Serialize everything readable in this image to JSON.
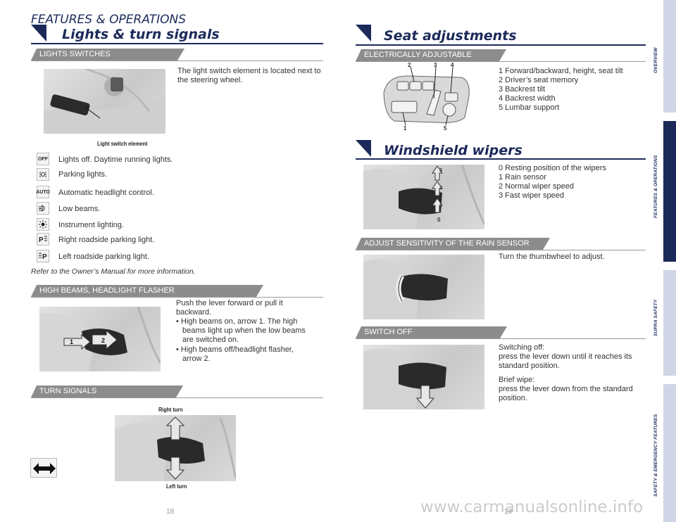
{
  "header": {
    "section_label": "FEATURES & OPERATIONS"
  },
  "left": {
    "title": "Lights & turn signals",
    "lights_switches": {
      "banner": "LIGHTS SWITCHES",
      "intro": "The light switch element is located next to the steering wheel.",
      "caption": "Light switch element",
      "items": [
        {
          "icon": "off-icon",
          "icon_text": "OFF",
          "label": "Lights off. Daytime running lights."
        },
        {
          "icon": "parking-lights-icon",
          "icon_text": "",
          "label": "Parking lights."
        },
        {
          "icon": "auto-icon",
          "icon_text": "AUTO",
          "label": "Automatic headlight control."
        },
        {
          "icon": "low-beam-icon",
          "icon_text": "",
          "label": "Low beams."
        },
        {
          "icon": "instrument-lighting-icon",
          "icon_text": "",
          "label": "Instrument lighting."
        },
        {
          "icon": "right-roadside-parking-icon",
          "icon_text": "",
          "label": "Right roadside parking light."
        },
        {
          "icon": "left-roadside-parking-icon",
          "icon_text": "",
          "label": "Left roadside parking light."
        }
      ],
      "note": "Refer to the Owner’s Manual for more information."
    },
    "high_beams": {
      "banner": "HIGH BEAMS, HEADLIGHT FLASHER",
      "line1": "Push the lever forward or pull it",
      "line2": "backward.",
      "bullet1_a": "• High beams on, arrow 1. The high",
      "bullet1_b": "beams light up when the low beams",
      "bullet1_c": "are switched on.",
      "bullet2_a": "• High beams off/headlight flasher,",
      "bullet2_b": "arrow 2."
    },
    "turn_signals": {
      "banner": "TURN SIGNALS",
      "caption_top": "Right turn",
      "caption_bottom": "Left turn"
    },
    "page_number": "18"
  },
  "right": {
    "seat": {
      "title": "Seat adjustments",
      "banner": "ELECTRICALLY ADJUSTABLE",
      "items": [
        "1 Forward/backward, height, seat tilt",
        "2 Driver’s seat memory",
        "3 Backrest tilt",
        "4 Backrest width",
        "5 Lumbar support"
      ],
      "callouts": [
        "2",
        "3",
        "4",
        "1",
        "5"
      ]
    },
    "wipers": {
      "title": "Windshield wipers",
      "items": [
        "0 Resting position of the wipers",
        "1 Rain sensor",
        "2 Normal wiper speed",
        "3 Fast wiper speed"
      ],
      "callouts": [
        "3",
        "2",
        "1",
        "0"
      ]
    },
    "rain_sensor": {
      "banner": "ADJUST SENSITIVITY OF THE RAIN SENSOR",
      "text": "Turn the thumbwheel to adjust."
    },
    "switch_off": {
      "banner": "SWITCH OFF",
      "p1_a": "Switching off:",
      "p1_b": "press the lever down until it reaches its",
      "p1_c": "standard position.",
      "p2_a": "Brief wipe:",
      "p2_b": "press the lever down from the standard",
      "p2_c": "position."
    },
    "page_number": "19"
  },
  "sidebar": {
    "tabs": [
      "OVERVIEW",
      "FEATURES & OPERATIONS",
      "SUPRA SAFETY",
      "SAFETY & EMERGENCY FEATURES"
    ],
    "active": "FEATURES & OPERATIONS"
  },
  "watermark": "www.carmanualsonline.info",
  "colors": {
    "navy": "#1c2a5a",
    "banner_gray": "#8c8c8c",
    "tab_light": "#d0d6e6"
  }
}
